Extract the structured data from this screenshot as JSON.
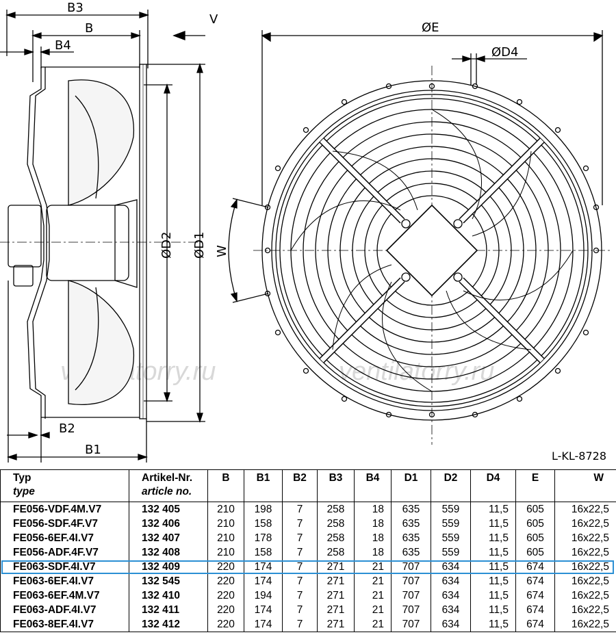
{
  "drawing": {
    "labels": {
      "b3": "B3",
      "b": "B",
      "b4": "B4",
      "b2": "B2",
      "b1": "B1",
      "d2": "ØD2",
      "d1": "ØD1",
      "e": "ØE",
      "d4": "ØD4",
      "v": "V",
      "w": "W"
    },
    "drawing_code": "L-KL-8728",
    "watermark": "ventilatorry.ru"
  },
  "table": {
    "headers": [
      {
        "label": "Typ",
        "sub": "type"
      },
      {
        "label": "Artikel-Nr.",
        "sub": "article no."
      },
      {
        "label": "B",
        "sub": ""
      },
      {
        "label": "B1",
        "sub": ""
      },
      {
        "label": "B2",
        "sub": ""
      },
      {
        "label": "B3",
        "sub": ""
      },
      {
        "label": "B4",
        "sub": ""
      },
      {
        "label": "D1",
        "sub": ""
      },
      {
        "label": "D2",
        "sub": ""
      },
      {
        "label": "D4",
        "sub": ""
      },
      {
        "label": "E",
        "sub": ""
      },
      {
        "label": "W",
        "sub": ""
      }
    ],
    "rows": [
      [
        "FE056-VDF.4M.V7",
        "132 405",
        "210",
        "198",
        "7",
        "258",
        "18",
        "635",
        "559",
        "11,5",
        "605",
        "16x22,5"
      ],
      [
        "FE056-SDF.4F.V7",
        "132 406",
        "210",
        "158",
        "7",
        "258",
        "18",
        "635",
        "559",
        "11,5",
        "605",
        "16x22,5"
      ],
      [
        "FE056-6EF.4I.V7",
        "132 407",
        "210",
        "178",
        "7",
        "258",
        "18",
        "635",
        "559",
        "11,5",
        "605",
        "16x22,5"
      ],
      [
        "FE056-ADF.4F.V7",
        "132 408",
        "210",
        "158",
        "7",
        "258",
        "18",
        "635",
        "559",
        "11,5",
        "605",
        "16x22,5"
      ],
      [
        "FE063-SDF.4I.V7",
        "132 409",
        "220",
        "174",
        "7",
        "271",
        "21",
        "707",
        "634",
        "11,5",
        "674",
        "16x22,5"
      ],
      [
        "FE063-6EF.4I.V7",
        "132 545",
        "220",
        "174",
        "7",
        "271",
        "21",
        "707",
        "634",
        "11,5",
        "674",
        "16x22,5"
      ],
      [
        "FE063-6EF.4M.V7",
        "132 410",
        "220",
        "194",
        "7",
        "271",
        "21",
        "707",
        "634",
        "11,5",
        "674",
        "16x22,5"
      ],
      [
        "FE063-ADF.4I.V7",
        "132 411",
        "220",
        "174",
        "7",
        "271",
        "21",
        "707",
        "634",
        "11,5",
        "674",
        "16x22,5"
      ],
      [
        "FE063-8EF.4I.V7",
        "132 412",
        "220",
        "174",
        "7",
        "271",
        "21",
        "707",
        "634",
        "11,5",
        "674",
        "16x22,5"
      ]
    ],
    "highlight_color": "#2b8fd4"
  }
}
